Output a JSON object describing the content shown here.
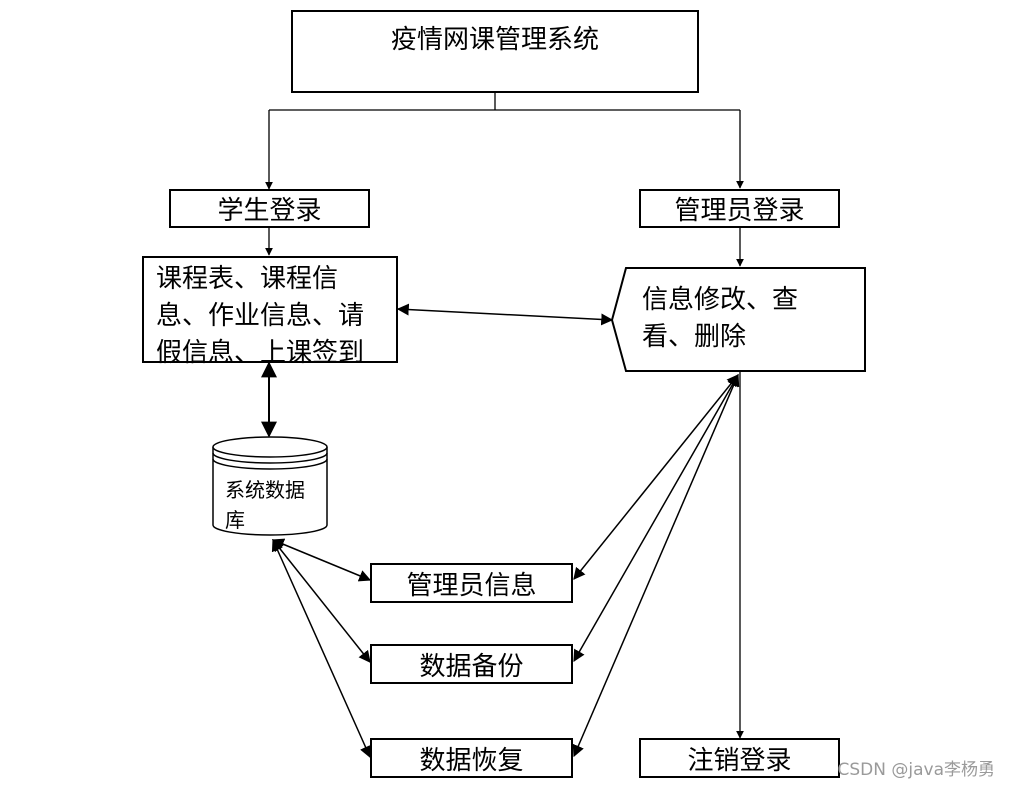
{
  "title": "疫情网课管理系统",
  "nodes": {
    "student_login": "学生登录",
    "admin_login": "管理员登录",
    "student_functions": [
      "课程表、课程信",
      "息、作业信息、请",
      "假信息、上课签到"
    ],
    "admin_functions": [
      "信息修改、查",
      "看、删除"
    ],
    "database": [
      "系统数据",
      "库"
    ],
    "admin_info": "管理员信息",
    "data_backup": "数据备份",
    "data_restore": "数据恢复",
    "logout": "注销登录"
  },
  "watermark": "CSDN @java李杨勇"
}
